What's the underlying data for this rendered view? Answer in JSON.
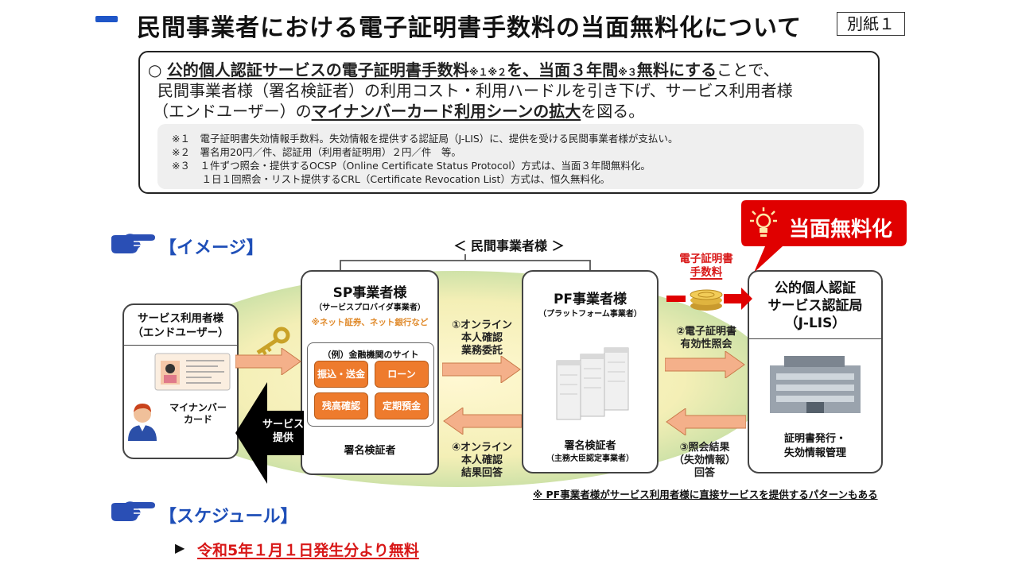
{
  "header": {
    "title": "民間事業者における電子証明書手数料の当面無料化について",
    "annex": "別紙１"
  },
  "summary": {
    "bullet": "○",
    "line1_a": "公的個人認証サービスの電子証明書手数料",
    "line1_sup1": "※１※２",
    "line1_b": "を、当面３年間",
    "line1_sup2": "※３",
    "line1_c": "無料にする",
    "line1_d": "ことで、",
    "line2": "民間事業者様（署名検証者）の利用コスト・利用ハードルを引き下げ、サービス利用者様",
    "line3_a": "（エンドユーザー）の",
    "line3_b": "マイナンバーカード利用シーンの拡大",
    "line3_c": "を図る。",
    "notes": [
      "※１　電子証明書失効情報手数料。失効情報を提供する認証局（J-LIS）に、提供を受ける民間事業者様が支払い。",
      "※２　署名用20円／件、認証用（利用者証明用）２円／件　等。",
      "※３　１件ずつ照会・提供するOCSP（Online Certificate Status Protocol）方式は、当面３年間無料化。",
      "　　　１日１回照会・リスト提供するCRL（Certificate Revocation List）方式は、恒久無料化。"
    ]
  },
  "image_section": {
    "label": "【イメージ】"
  },
  "badge": {
    "label": "当面無料化"
  },
  "diagram": {
    "group_label": "＜ 民間事業者様 ＞",
    "fee_label_1": "電子証明書",
    "fee_label_2": "手数料",
    "user": {
      "title_1": "サービス利用者様",
      "title_2": "（エンドユーザー）",
      "card_1": "マイナンバー",
      "card_2": "カード"
    },
    "sp": {
      "title": "SP事業者様",
      "sub": "（サービスプロバイダ事業者）",
      "example": "※ネット証券、ネット銀行など",
      "site_label": "（例）金融機関のサイト",
      "buttons": [
        "振込・送金",
        "ローン",
        "残高確認",
        "定期預金"
      ],
      "role": "署名検証者"
    },
    "pf": {
      "title": "PF事業者様",
      "sub": "（プラットフォーム事業者）",
      "role": "署名検証者",
      "role_sub": "（主務大臣認定事業者）"
    },
    "jlis": {
      "title_1": "公的個人認証",
      "title_2": "サービス認証局",
      "title_3": "（J-LIS）",
      "role_1": "証明書発行・",
      "role_2": "失効情報管理"
    },
    "service": {
      "line1": "サービス",
      "line2": "提供"
    },
    "step1": [
      "①オンライン",
      "本人確認",
      "業務委託"
    ],
    "step2": [
      "②電子証明書",
      "有効性照会"
    ],
    "step3": [
      "③照会結果",
      "（失効情報）",
      "回答"
    ],
    "step4": [
      "④オンライン",
      "本人確認",
      "結果回答"
    ],
    "footnote": "※ PF事業者様がサービス利用者様に直接サービスを提供するパターンもある"
  },
  "schedule": {
    "label": "【スケジュール】",
    "marker": "▶",
    "text": "令和5年１月１日発生分より無料"
  },
  "colors": {
    "accent_blue": "#1f4fb8",
    "alert_red": "#e00000",
    "arrow_orange": "#f4b08a",
    "button_orange": "#ee7b2d"
  }
}
